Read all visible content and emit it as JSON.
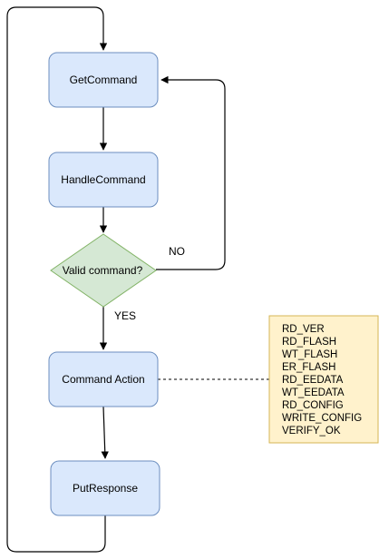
{
  "nodes": {
    "get_command": "GetCommand",
    "handle_command": "HandleCommand",
    "valid_command": "Valid command?",
    "command_action": "Command Action",
    "put_response": "PutResponse"
  },
  "edge_labels": {
    "no": "NO",
    "yes": "YES"
  },
  "note": {
    "lines": [
      "RD_VER",
      "RD_FLASH",
      "WT_FLASH",
      "ER_FLASH",
      "RD_EEDATA",
      "WT_EEDATA",
      "RD_CONFIG",
      "WRITE_CONFIG",
      "VERIFY_OK"
    ]
  },
  "colors": {
    "process_fill": "#dae8fc",
    "process_stroke": "#6c8ebf",
    "decision_fill": "#d5e8d4",
    "decision_stroke": "#82b366",
    "note_fill": "#fff2cc",
    "note_stroke": "#d6b656",
    "line": "#000000"
  }
}
